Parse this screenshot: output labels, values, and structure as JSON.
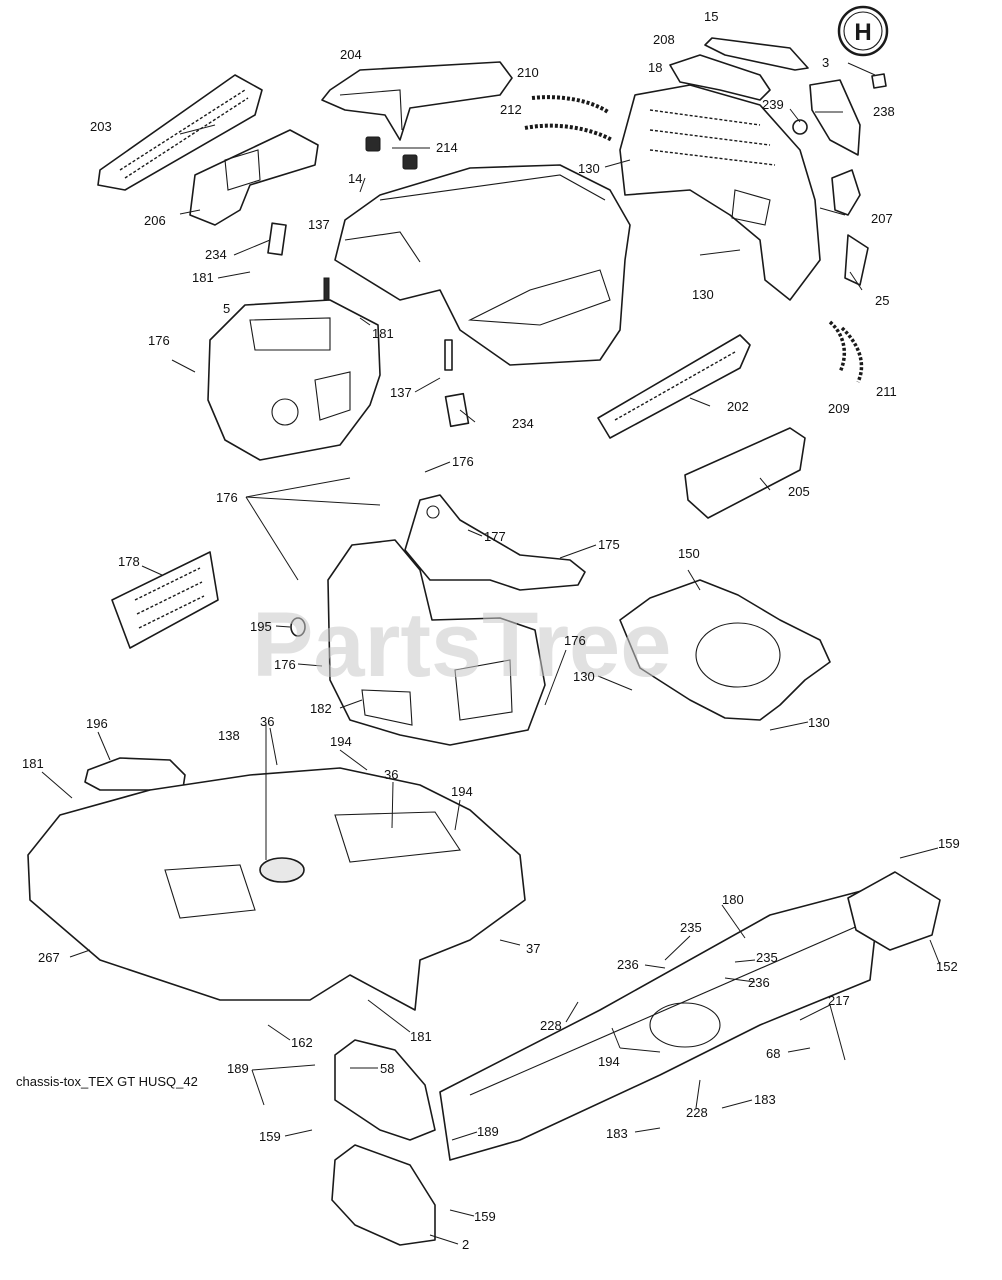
{
  "watermark": "PartsTree",
  "caption": "chassis-tox_TEX GT HUSQ_42",
  "callouts": [
    {
      "id": "c15",
      "text": "15"
    },
    {
      "id": "c3",
      "text": "3"
    },
    {
      "id": "c204",
      "text": "204"
    },
    {
      "id": "c208",
      "text": "208"
    },
    {
      "id": "c18",
      "text": "18"
    },
    {
      "id": "c210",
      "text": "210"
    },
    {
      "id": "c212",
      "text": "212"
    },
    {
      "id": "c239",
      "text": "239"
    },
    {
      "id": "c238",
      "text": "238"
    },
    {
      "id": "c203",
      "text": "203"
    },
    {
      "id": "c214",
      "text": "214"
    },
    {
      "id": "c130a",
      "text": "130"
    },
    {
      "id": "c14",
      "text": "14"
    },
    {
      "id": "c206",
      "text": "206"
    },
    {
      "id": "c207",
      "text": "207"
    },
    {
      "id": "c234a",
      "text": "234"
    },
    {
      "id": "c137a",
      "text": "137"
    },
    {
      "id": "c181a",
      "text": "181"
    },
    {
      "id": "c130b",
      "text": "130"
    },
    {
      "id": "c25",
      "text": "25"
    },
    {
      "id": "c5",
      "text": "5"
    },
    {
      "id": "c181b",
      "text": "181"
    },
    {
      "id": "c176a",
      "text": "176"
    },
    {
      "id": "c137b",
      "text": "137"
    },
    {
      "id": "c211",
      "text": "211"
    },
    {
      "id": "c209",
      "text": "209"
    },
    {
      "id": "c202",
      "text": "202"
    },
    {
      "id": "c234b",
      "text": "234"
    },
    {
      "id": "c176b",
      "text": "176"
    },
    {
      "id": "c176c",
      "text": "176"
    },
    {
      "id": "c205",
      "text": "205"
    },
    {
      "id": "c177",
      "text": "177"
    },
    {
      "id": "c175",
      "text": "175"
    },
    {
      "id": "c150",
      "text": "150"
    },
    {
      "id": "c178",
      "text": "178"
    },
    {
      "id": "c195",
      "text": "195"
    },
    {
      "id": "c176d",
      "text": "176"
    },
    {
      "id": "c130c",
      "text": "130"
    },
    {
      "id": "c176e",
      "text": "176"
    },
    {
      "id": "c182",
      "text": "182"
    },
    {
      "id": "c130d",
      "text": "130"
    },
    {
      "id": "c196",
      "text": "196"
    },
    {
      "id": "c36a",
      "text": "36"
    },
    {
      "id": "c138",
      "text": "138"
    },
    {
      "id": "c194a",
      "text": "194"
    },
    {
      "id": "c181c",
      "text": "181"
    },
    {
      "id": "c36b",
      "text": "36"
    },
    {
      "id": "c194b",
      "text": "194"
    },
    {
      "id": "c159a",
      "text": "159"
    },
    {
      "id": "c180",
      "text": "180"
    },
    {
      "id": "c37",
      "text": "37"
    },
    {
      "id": "c235a",
      "text": "235"
    },
    {
      "id": "c236a",
      "text": "236"
    },
    {
      "id": "c235b",
      "text": "235"
    },
    {
      "id": "c152",
      "text": "152"
    },
    {
      "id": "c236b",
      "text": "236"
    },
    {
      "id": "c267",
      "text": "267"
    },
    {
      "id": "c217",
      "text": "217"
    },
    {
      "id": "c228a",
      "text": "228"
    },
    {
      "id": "c181d",
      "text": "181"
    },
    {
      "id": "c162",
      "text": "162"
    },
    {
      "id": "c194c",
      "text": "194"
    },
    {
      "id": "c68",
      "text": "68"
    },
    {
      "id": "c189a",
      "text": "189"
    },
    {
      "id": "c58",
      "text": "58"
    },
    {
      "id": "c228b",
      "text": "228"
    },
    {
      "id": "c183a",
      "text": "183"
    },
    {
      "id": "c189b",
      "text": "189"
    },
    {
      "id": "c183b",
      "text": "183"
    },
    {
      "id": "c159b",
      "text": "159"
    },
    {
      "id": "c159c",
      "text": "159"
    },
    {
      "id": "c2",
      "text": "2"
    }
  ]
}
